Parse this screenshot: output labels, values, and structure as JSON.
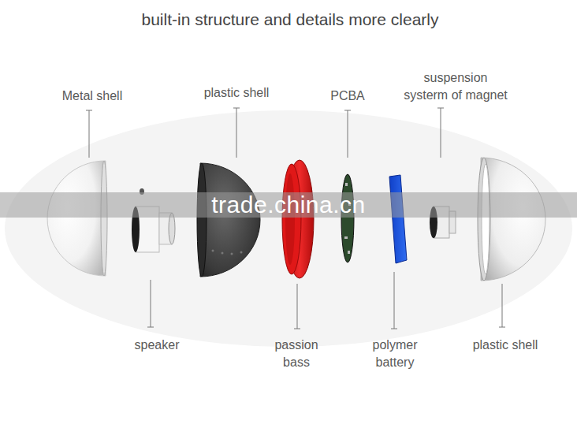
{
  "diagram": {
    "title": "built-in structure and details more clearly",
    "labels": [
      "Metal shell",
      "plastic shell",
      "PCBA",
      "suspension systerm of magnet",
      "trade.china.cn",
      "speaker",
      "passion bass",
      "polymer battery",
      "plastic shell"
    ]
  }
}
